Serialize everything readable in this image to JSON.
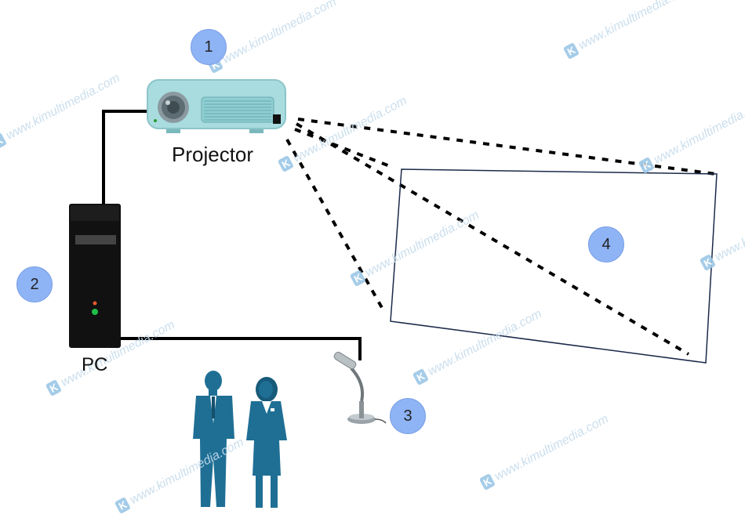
{
  "labels": {
    "projector": "Projector",
    "pc": "PC"
  },
  "markers": [
    "1",
    "2",
    "3",
    "4"
  ],
  "watermark": "www.kimultimedia.com",
  "icons": [
    "projector-icon",
    "pc-tower-icon",
    "microphone-icon",
    "projection-screen",
    "people-figures-icon"
  ],
  "colors": {
    "marker_fill": "#8fb4f5",
    "projector_body": "#a9dcdf",
    "pc_body": "#111111",
    "figures": "#1f6f95",
    "watermark": "#c6dcec"
  }
}
